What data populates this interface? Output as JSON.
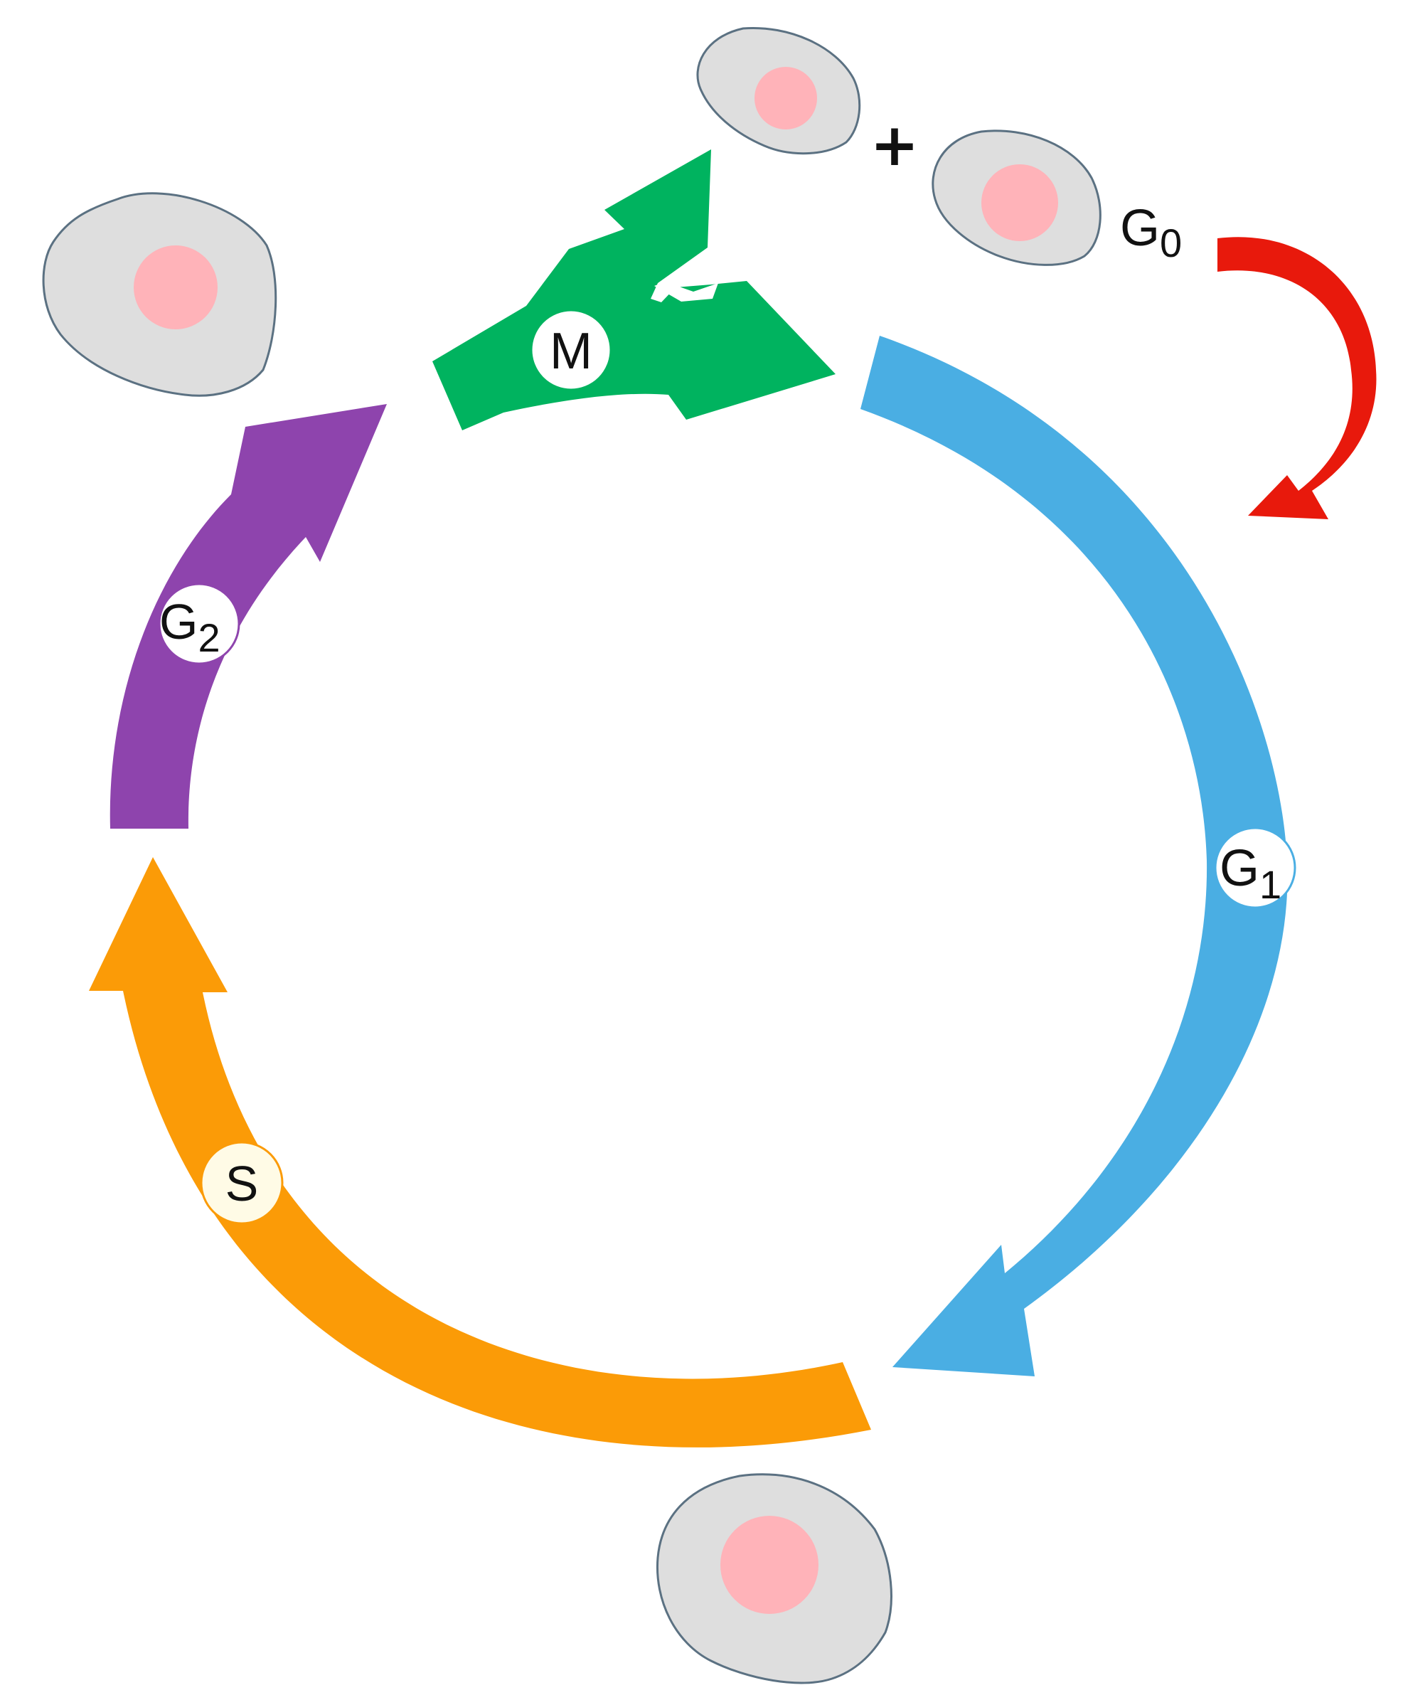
{
  "phases": [
    {
      "key": "g1",
      "main": "G",
      "sub": "1",
      "color": "#4aaee3",
      "badge": "#ffffff"
    },
    {
      "key": "s",
      "main": "S",
      "sub": "",
      "color": "#fb9b07",
      "badge": "#fffbe6"
    },
    {
      "key": "g2",
      "main": "G",
      "sub": "2",
      "color": "#8e44ad",
      "badge": "#ffffff"
    },
    {
      "key": "m",
      "main": "M",
      "sub": "",
      "color": "#00b35f",
      "badge": "#ffffff"
    }
  ],
  "g0": {
    "main": "G",
    "sub": "0",
    "arrow_color": "#e8190c"
  },
  "plus": "+",
  "cell": {
    "fill": "#dedede",
    "border": "#5b7182",
    "nucleus": "#ffb3b9"
  }
}
